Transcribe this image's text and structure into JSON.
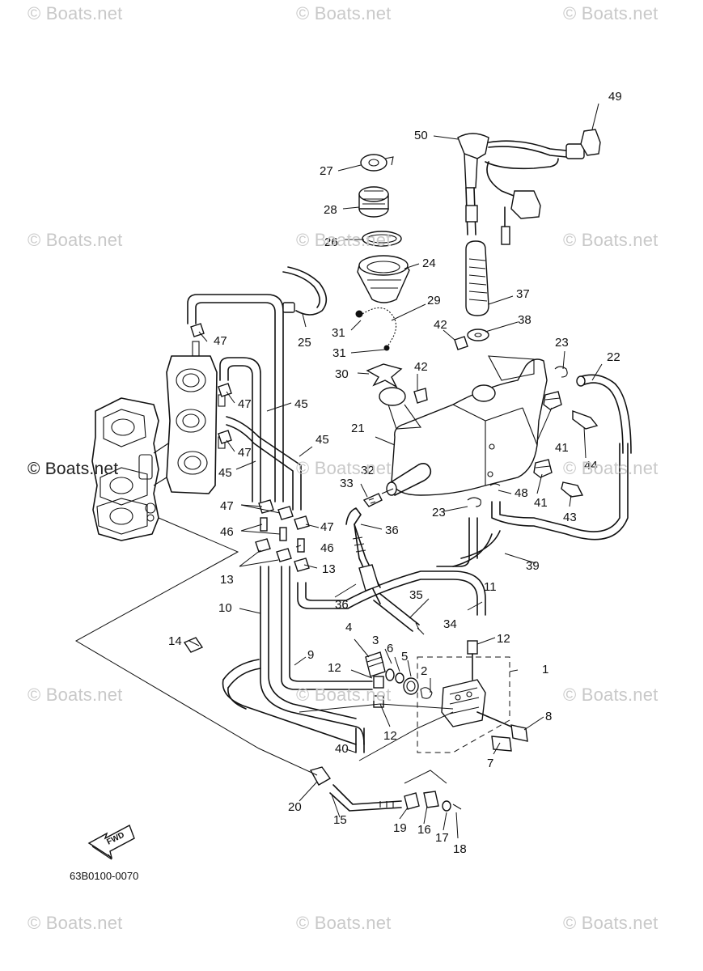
{
  "watermarks": [
    "© Boats.net",
    "© Boats.net",
    "© Boats.net",
    "© Boats.net",
    "© Boats.net",
    "© Boats.net",
    "© Boats.net",
    "© Boats.net",
    "© Boats.net",
    "© Boats.net",
    "© Boats.net",
    "© Boats.net",
    "© Boats.net"
  ],
  "watermark_overlay": "© Boats.net",
  "reference_code": "63B0100-0070",
  "fwd_label": "FWD",
  "callouts": [
    "1",
    "2",
    "3",
    "4",
    "5",
    "6",
    "7",
    "8",
    "9",
    "10",
    "11",
    "12",
    "13",
    "14",
    "15",
    "16",
    "17",
    "18",
    "19",
    "20",
    "21",
    "22",
    "23",
    "24",
    "25",
    "26",
    "27",
    "28",
    "29",
    "30",
    "31",
    "32",
    "33",
    "34",
    "35",
    "36",
    "37",
    "38",
    "39",
    "40",
    "41",
    "42",
    "43",
    "44",
    "45",
    "46",
    "47",
    "48",
    "49",
    "50"
  ]
}
